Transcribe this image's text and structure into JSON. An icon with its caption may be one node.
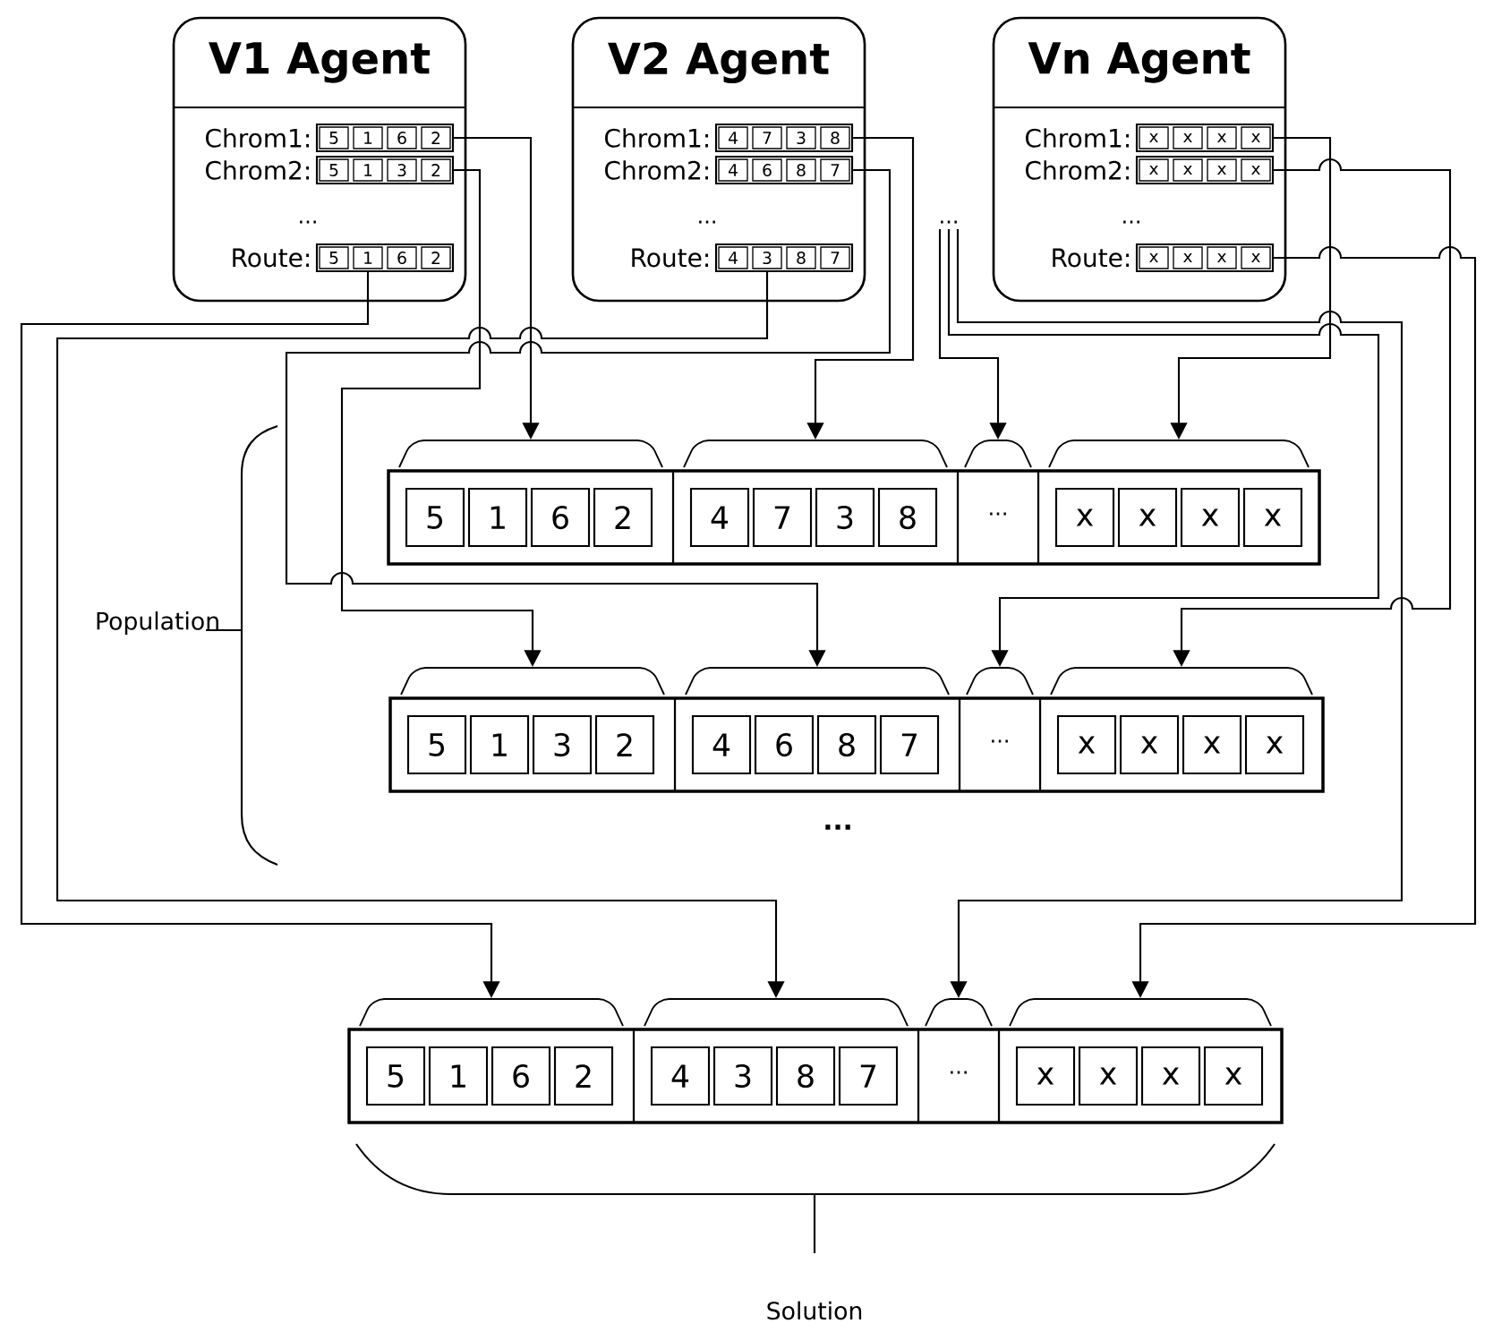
{
  "diagram": {
    "nodes": [
      {
        "text": [
          "V1 Agent"
        ]
      },
      {
        "text": [
          "5",
          "1",
          "6",
          "2"
        ],
        "in": 0,
        "beside": [
          "Chrom1:"
        ]
      },
      {
        "text": [
          "5",
          "1",
          "3",
          "2"
        ],
        "in": 0,
        "beside": [
          "Chrom2:"
        ]
      },
      {
        "text": [
          "5",
          "1",
          "6",
          "2"
        ],
        "in": 0,
        "beside": [
          "Route:"
        ]
      },
      {
        "text": [
          "V2 Agent"
        ]
      },
      {
        "text": [
          "4",
          "7",
          "3",
          "8"
        ],
        "in": 4,
        "beside": [
          "Chrom1:"
        ]
      },
      {
        "text": [
          "4",
          "6",
          "8",
          "7"
        ],
        "in": 4,
        "beside": [
          "Chrom2:"
        ]
      },
      {
        "text": [
          "4",
          "3",
          "8",
          "7"
        ],
        "in": 4,
        "beside": [
          "Route:"
        ]
      },
      {
        "text": [
          "Vn Agent"
        ]
      },
      {
        "text": [
          "x",
          "x",
          "x",
          "x"
        ],
        "in": 8,
        "beside": [
          "Chrom1:"
        ]
      },
      {
        "text": [
          "x",
          "x",
          "x",
          "x"
        ],
        "in": 8,
        "beside": [
          "Chrom2:"
        ]
      },
      {
        "text": [
          "x",
          "x",
          "x",
          "x"
        ],
        "in": 8,
        "beside": [
          "Route:"
        ]
      },
      {
        "text": [
          "..."
        ]
      },
      {
        "text": [],
        "shape": "box"
      },
      {
        "text": [
          "5",
          "1",
          "6",
          "2"
        ],
        "in": 13
      },
      {
        "text": [
          "4",
          "7",
          "3",
          "8"
        ],
        "in": 13
      },
      {
        "text": [
          "..."
        ],
        "in": 13
      },
      {
        "text": [
          "x",
          "x",
          "x",
          "x"
        ],
        "in": 13
      },
      {
        "text": [],
        "shape": "box"
      },
      {
        "text": [
          "5",
          "1",
          "3",
          "2"
        ],
        "in": 18
      },
      {
        "text": [
          "4",
          "6",
          "8",
          "7"
        ],
        "in": 18
      },
      {
        "text": [
          "..."
        ],
        "in": 18
      },
      {
        "text": [
          "x",
          "x",
          "x",
          "x"
        ],
        "in": 18
      },
      {
        "text": [],
        "shape": "box"
      },
      {
        "text": [
          "5",
          "1",
          "6",
          "2"
        ],
        "in": 23
      },
      {
        "text": [
          "4",
          "3",
          "8",
          "7"
        ],
        "in": 23
      },
      {
        "text": [
          "..."
        ],
        "in": 23
      },
      {
        "text": [
          "x",
          "x",
          "x",
          "x"
        ],
        "in": 23
      }
    ],
    "edges": [
      {
        "from": 1,
        "to": 14,
        "arrow": "to"
      },
      {
        "from": 2,
        "to": 19,
        "arrow": "to"
      },
      {
        "from": 3,
        "to": 24,
        "arrow": "to"
      },
      {
        "from": 5,
        "to": 15,
        "arrow": "to"
      },
      {
        "from": 6,
        "to": 20,
        "arrow": "to"
      },
      {
        "from": 7,
        "to": 25,
        "arrow": "to"
      },
      {
        "from": 9,
        "to": 17,
        "arrow": "to"
      },
      {
        "from": 10,
        "to": 22,
        "arrow": "to"
      },
      {
        "from": 11,
        "to": 27,
        "arrow": "to"
      },
      {
        "from": 12,
        "to": 16,
        "arrow": "to"
      },
      {
        "from": 12,
        "to": 21,
        "arrow": "to"
      },
      {
        "from": 12,
        "to": 26,
        "arrow": "to"
      }
    ],
    "labels": [
      "...",
      "...",
      "...",
      "Population",
      "...",
      "Solution"
    ]
  }
}
